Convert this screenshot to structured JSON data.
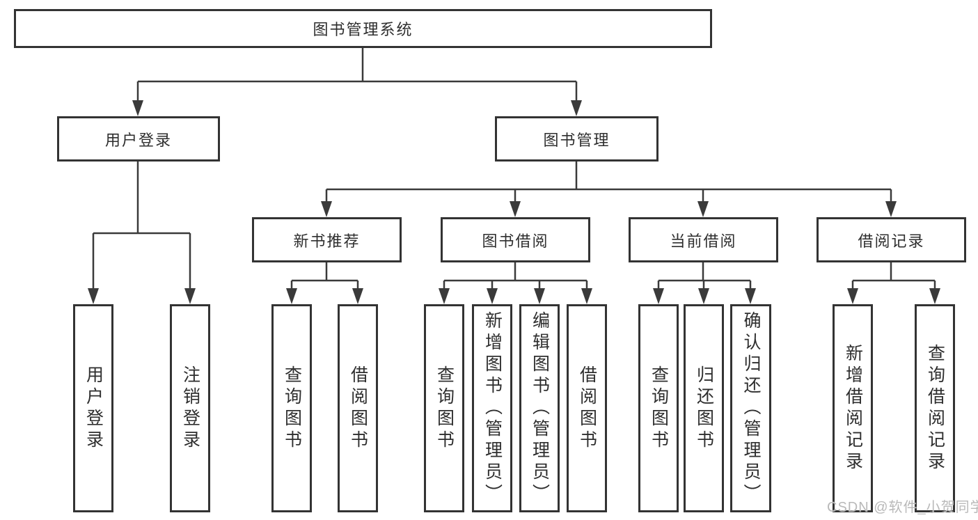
{
  "title": "图书管理系统",
  "tree": {
    "root": {
      "label": "图书管理系统"
    },
    "branches": [
      {
        "label": "用户登录",
        "children": [
          {
            "label": "用户登录"
          },
          {
            "label": "注销登录"
          }
        ]
      },
      {
        "label": "图书管理",
        "children": [
          {
            "label": "新书推荐",
            "children": [
              {
                "label": "查询图书"
              },
              {
                "label": "借阅图书"
              }
            ]
          },
          {
            "label": "图书借阅",
            "children": [
              {
                "label": "查询图书"
              },
              {
                "label": "新增图书（管理员）"
              },
              {
                "label": "编辑图书（管理员）"
              },
              {
                "label": "借阅图书"
              }
            ]
          },
          {
            "label": "当前借阅",
            "children": [
              {
                "label": "查询图书"
              },
              {
                "label": "归还图书"
              },
              {
                "label": "确认归还（管理员）"
              }
            ]
          },
          {
            "label": "借阅记录",
            "children": [
              {
                "label": "新增借阅记录"
              },
              {
                "label": "查询借阅记录"
              }
            ]
          }
        ]
      }
    ]
  },
  "watermark": {
    "text": "CSDN @软件_小贺同学"
  },
  "colors": {
    "line": "#3a3a3a",
    "border": "#333333",
    "text": "#2e2e2e",
    "watermark": "#b9b9b9",
    "background": "#ffffff"
  }
}
